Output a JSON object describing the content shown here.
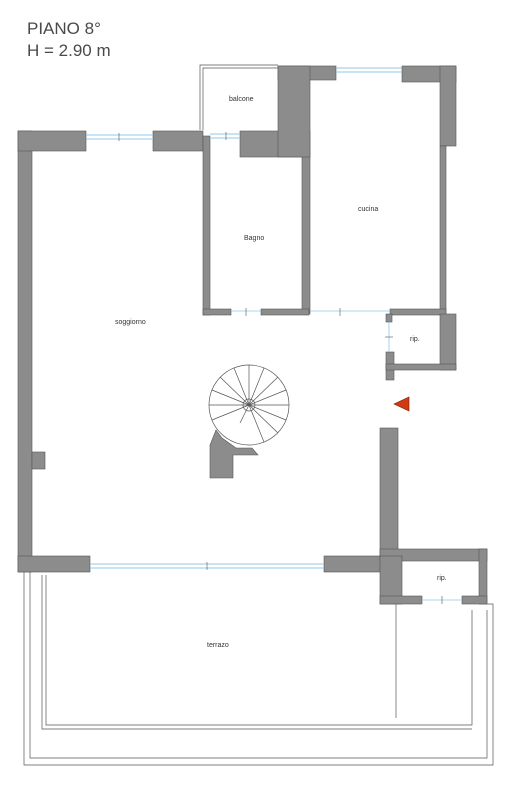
{
  "title": {
    "floor": "PIANO 8°",
    "height": "H = 2.90 m"
  },
  "rooms": [
    {
      "id": "balcone",
      "label": "balcone"
    },
    {
      "id": "cucina",
      "label": "cucina"
    },
    {
      "id": "bagno",
      "label": "Bagno"
    },
    {
      "id": "soggiorno",
      "label": "soggiorno"
    },
    {
      "id": "rip1",
      "label": "rip."
    },
    {
      "id": "rip2",
      "label": "rip."
    },
    {
      "id": "terrazo",
      "label": "terrazo"
    }
  ],
  "colors": {
    "wall": "#8c8c8c",
    "line": "#555555",
    "window": "#8fc7ea",
    "entrance": "#d23a12"
  },
  "icons": [
    "spiral-staircase-icon",
    "entrance-arrow-icon"
  ]
}
